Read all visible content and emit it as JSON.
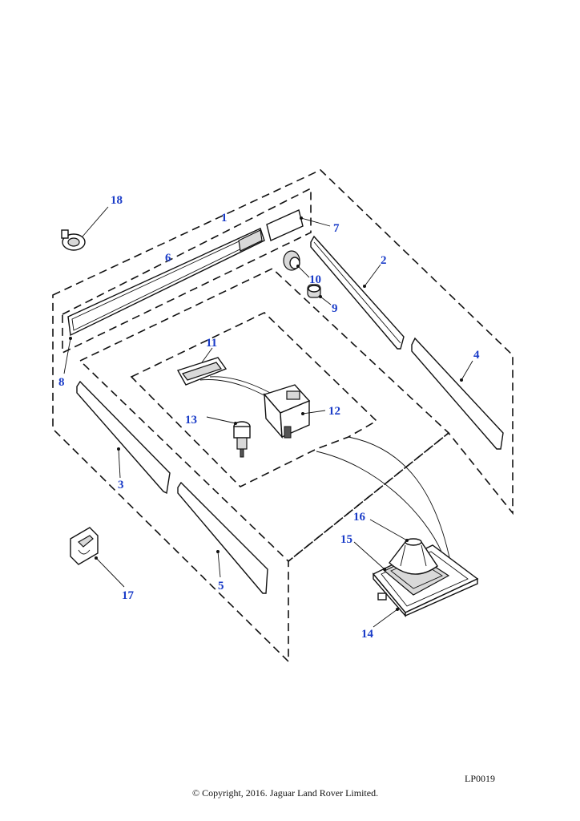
{
  "diagram": {
    "callouts": [
      "1",
      "2",
      "3",
      "4",
      "5",
      "6",
      "7",
      "8",
      "9",
      "10",
      "11",
      "12",
      "13",
      "14",
      "15",
      "16",
      "17",
      "18"
    ],
    "reference": "LP0019",
    "copyright": "© Copyright, 2016. Jaguar Land Rover Limited."
  }
}
